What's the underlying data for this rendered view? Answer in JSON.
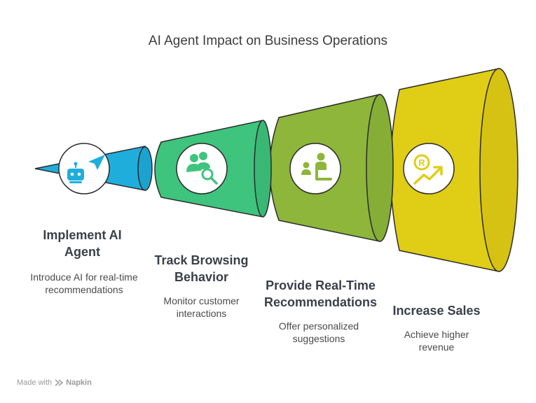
{
  "title": "AI Agent Impact on Business Operations",
  "colors": {
    "stage1": "#1faedc",
    "stage2": "#3ec47d",
    "stage3": "#8db63a",
    "stage4": "#e0cd16",
    "outline": "#2b2b2b"
  },
  "stages": [
    {
      "title": "Implement AI Agent",
      "description": "Introduce AI for real-time recommendations",
      "icon": "robot-cursor-icon"
    },
    {
      "title": "Track Browsing Behavior",
      "description": "Monitor customer interactions",
      "icon": "users-search-icon"
    },
    {
      "title": "Provide Real-Time Recommendations",
      "description": "Offer personalized suggestions",
      "icon": "presenter-audience-icon"
    },
    {
      "title": "Increase Sales",
      "description": "Achieve higher revenue",
      "icon": "rupee-growth-icon"
    }
  ],
  "footer": {
    "made_with": "Made with",
    "brand": "Napkin"
  }
}
